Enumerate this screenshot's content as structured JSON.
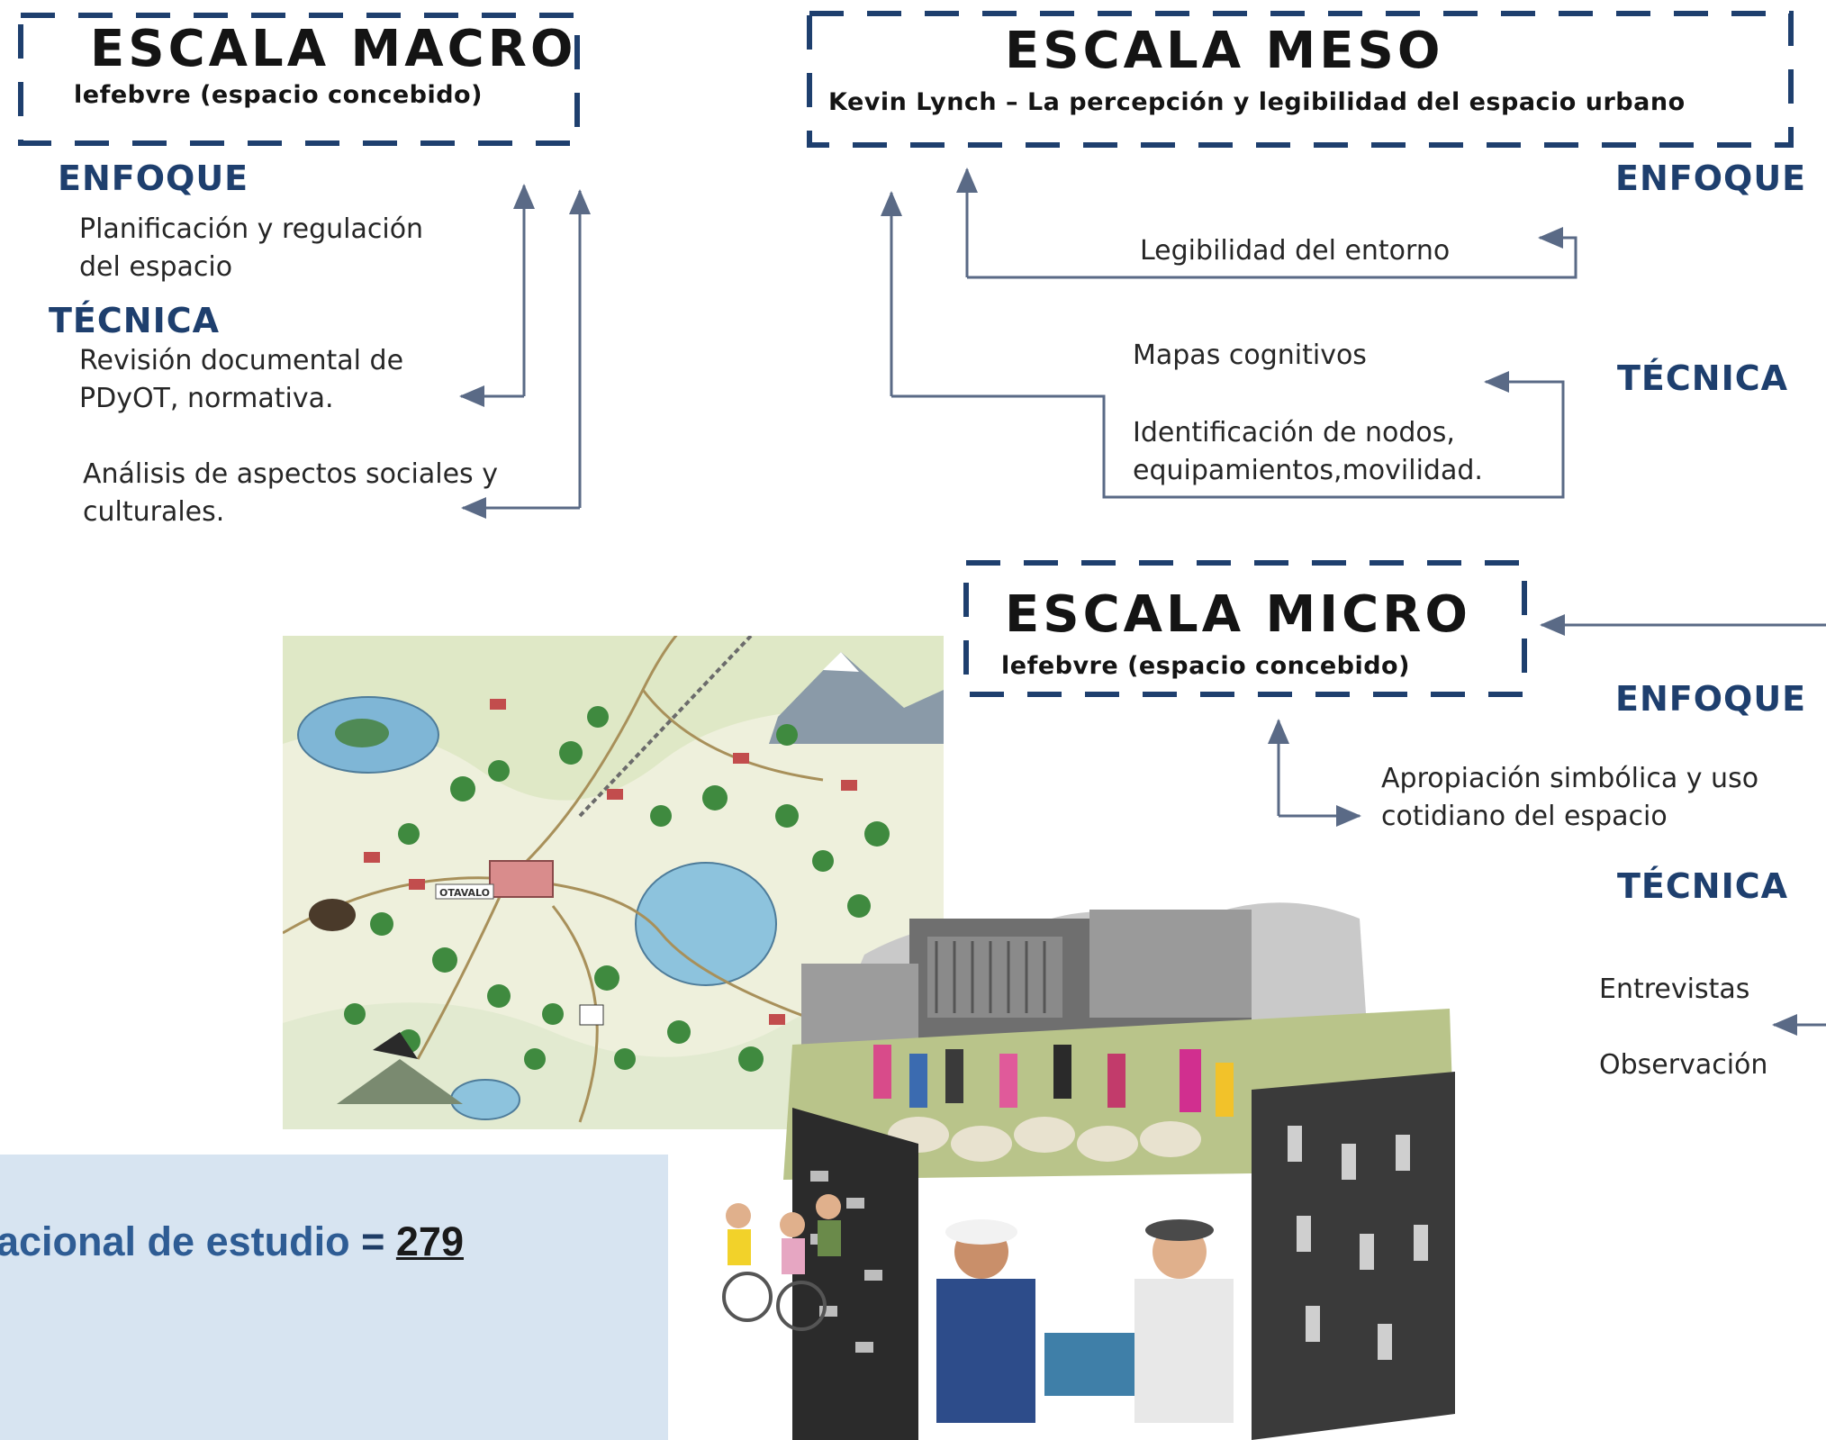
{
  "macro": {
    "title": "ESCALA MACRO",
    "subtitle": "lefebvre (espacio concebido)",
    "enfoque_label": "ENFOQUE",
    "enfoque_lines": [
      "Planificación y regulación",
      "del espacio"
    ],
    "tecnica_label": "TÉCNICA",
    "tecnica_1_lines": [
      "Revisión documental de",
      "PDyOT, normativa."
    ],
    "tecnica_2_lines": [
      "Análisis de aspectos sociales y",
      "culturales."
    ]
  },
  "meso": {
    "title": "ESCALA MESO",
    "subtitle": "Kevin Lynch – La percepción y legibilidad del espacio urbano",
    "enfoque_label": "ENFOQUE",
    "enfoque_text": "Legibilidad del entorno",
    "tecnica_label": "TÉCNICA",
    "tecnica_1": "Mapas cognitivos",
    "tecnica_2_lines": [
      "Identificación de nodos,",
      "equipamientos,movilidad."
    ]
  },
  "micro": {
    "title": "ESCALA MICRO",
    "subtitle": "lefebvre (espacio concebido)",
    "enfoque_label": "ENFOQUE",
    "enfoque_lines": [
      "Apropiación simbólica y uso",
      "cotidiano del espacio"
    ],
    "tecnica_label": "TÉCNICA",
    "tecnica_1": "Entrevistas",
    "tecnica_2": "Observación"
  },
  "map": {
    "label_town": "OTAVALO"
  },
  "info": {
    "text": "blacional de estudio",
    "equals": "=",
    "value": "279"
  },
  "colors": {
    "dash_border": "#1e3f6e",
    "heading": "#1e3f6e",
    "connector": "#5a6a86",
    "info_bg": "#d7e4f1",
    "info_text": "#2e5c94"
  }
}
